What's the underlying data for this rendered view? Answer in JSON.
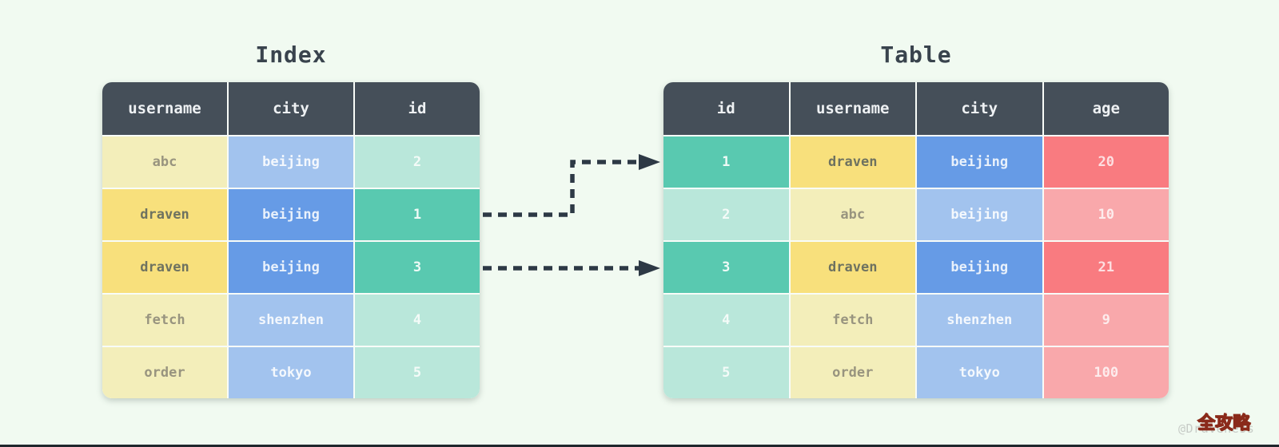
{
  "colors": {
    "background": "#f1faf1",
    "header": "#454f59",
    "yellow": "#f8e07c",
    "yellow_light": "#f3eeba",
    "blue": "#669be6",
    "blue_light": "#a2c3ee",
    "teal": "#59c9b0",
    "teal_light": "#b9e7da",
    "red": "#f97b80",
    "red_light": "#f9a8ab",
    "arrow": "#2d3945"
  },
  "index_table": {
    "title": "Index",
    "columns": [
      "username",
      "city",
      "id"
    ],
    "rows": [
      {
        "cells": [
          "abc",
          "beijing",
          "2"
        ],
        "highlighted": false
      },
      {
        "cells": [
          "draven",
          "beijing",
          "1"
        ],
        "highlighted": true
      },
      {
        "cells": [
          "draven",
          "beijing",
          "3"
        ],
        "highlighted": true
      },
      {
        "cells": [
          "fetch",
          "shenzhen",
          "4"
        ],
        "highlighted": false
      },
      {
        "cells": [
          "order",
          "tokyo",
          "5"
        ],
        "highlighted": false
      }
    ]
  },
  "main_table": {
    "title": "Table",
    "columns": [
      "id",
      "username",
      "city",
      "age"
    ],
    "rows": [
      {
        "cells": [
          "1",
          "draven",
          "beijing",
          "20"
        ],
        "highlighted": true
      },
      {
        "cells": [
          "2",
          "abc",
          "beijing",
          "10"
        ],
        "highlighted": false
      },
      {
        "cells": [
          "3",
          "draven",
          "beijing",
          "21"
        ],
        "highlighted": true
      },
      {
        "cells": [
          "4",
          "fetch",
          "shenzhen",
          "9"
        ],
        "highlighted": false
      },
      {
        "cells": [
          "5",
          "order",
          "tokyo",
          "100"
        ],
        "highlighted": false
      }
    ]
  },
  "arrows": [
    {
      "from": "index row with id 1",
      "to": "table row with id 1"
    },
    {
      "from": "index row with id 3",
      "to": "table row with id 3"
    }
  ],
  "watermark": {
    "handle": "@Draveness",
    "overlay": "全攻略"
  }
}
